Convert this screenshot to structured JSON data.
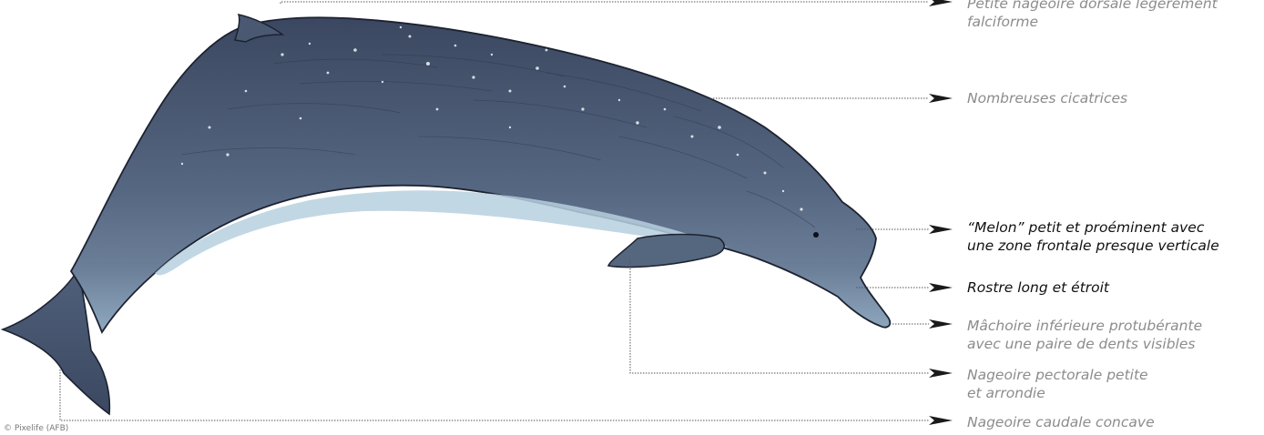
{
  "annotations": [
    {
      "id": "dorsal-fin",
      "lines": [
        "Petite nageoire dorsale légèrement",
        "falciforme"
      ],
      "emphasis": false
    },
    {
      "id": "scars",
      "lines": [
        "Nombreuses cicatrices"
      ],
      "emphasis": false
    },
    {
      "id": "melon",
      "lines": [
        "“Melon” petit et proéminent avec",
        "une zone frontale presque verticale"
      ],
      "emphasis": true
    },
    {
      "id": "rostrum",
      "lines": [
        "Rostre long et étroit"
      ],
      "emphasis": true
    },
    {
      "id": "jaw",
      "lines": [
        "Mâchoire inférieure protubérante",
        "avec une paire de dents visibles"
      ],
      "emphasis": false
    },
    {
      "id": "pectoral-fin",
      "lines": [
        "Nageoire pectorale petite",
        "et arrondie"
      ],
      "emphasis": false
    },
    {
      "id": "tail",
      "lines": [
        "Nageoire caudale concave"
      ],
      "emphasis": false
    }
  ],
  "credit": "© Pixelife (AFB)",
  "colors": {
    "body_dark": "#3f4c63",
    "body_mid": "#5b6c86",
    "belly_light": "#b9d2e0",
    "leader_line": "#555555",
    "arrow": "#1a1a1a"
  }
}
